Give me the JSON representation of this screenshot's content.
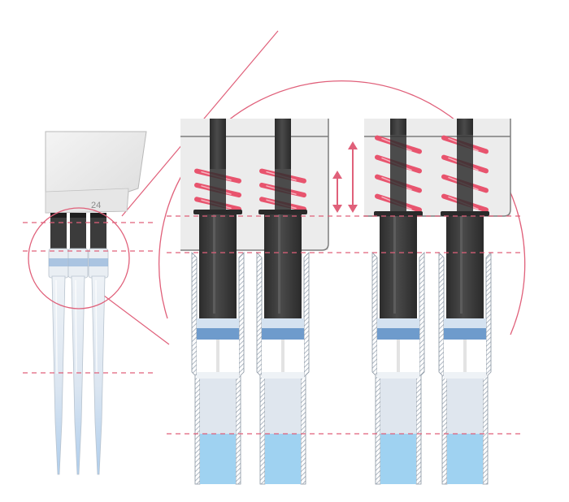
{
  "pipette": {
    "housing_label": "24",
    "channel_count": 3
  },
  "detail": {
    "left_group": {
      "state": "spring-compressed",
      "channels": 2
    },
    "right_group": {
      "state": "spring-extended",
      "channels": 2
    }
  },
  "colors": {
    "pink_accent": "#e0607a",
    "spring": "#e8546e",
    "spring_highlight": "#f6b3bf",
    "housing_fill": "#ececec",
    "housing_stroke": "#7d7d7d",
    "shaft_dark": "#3a3a3a",
    "tip_fill": "#dfe7f0",
    "seal_blue": "#6e9bcc",
    "liquid_blue": "#9fd2f1",
    "guide_dash": "#e0607a"
  }
}
